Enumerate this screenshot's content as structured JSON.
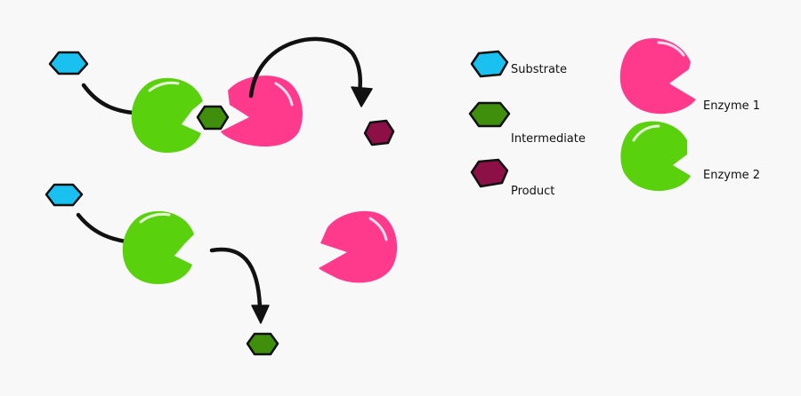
{
  "colors": {
    "substrate": "#19c0f0",
    "intermediate": "#3f8f0c",
    "product": "#8c0f45",
    "enzyme1": "#ff3a8c",
    "enzyme2": "#5ad10d",
    "outline": "#111111",
    "background": "#f8f8f8"
  },
  "legend": {
    "substrate": "Substrate",
    "intermediate": "Intermediate",
    "product": "Product",
    "enzyme1": "Enzyme 1",
    "enzyme2": "Enzyme 2"
  }
}
